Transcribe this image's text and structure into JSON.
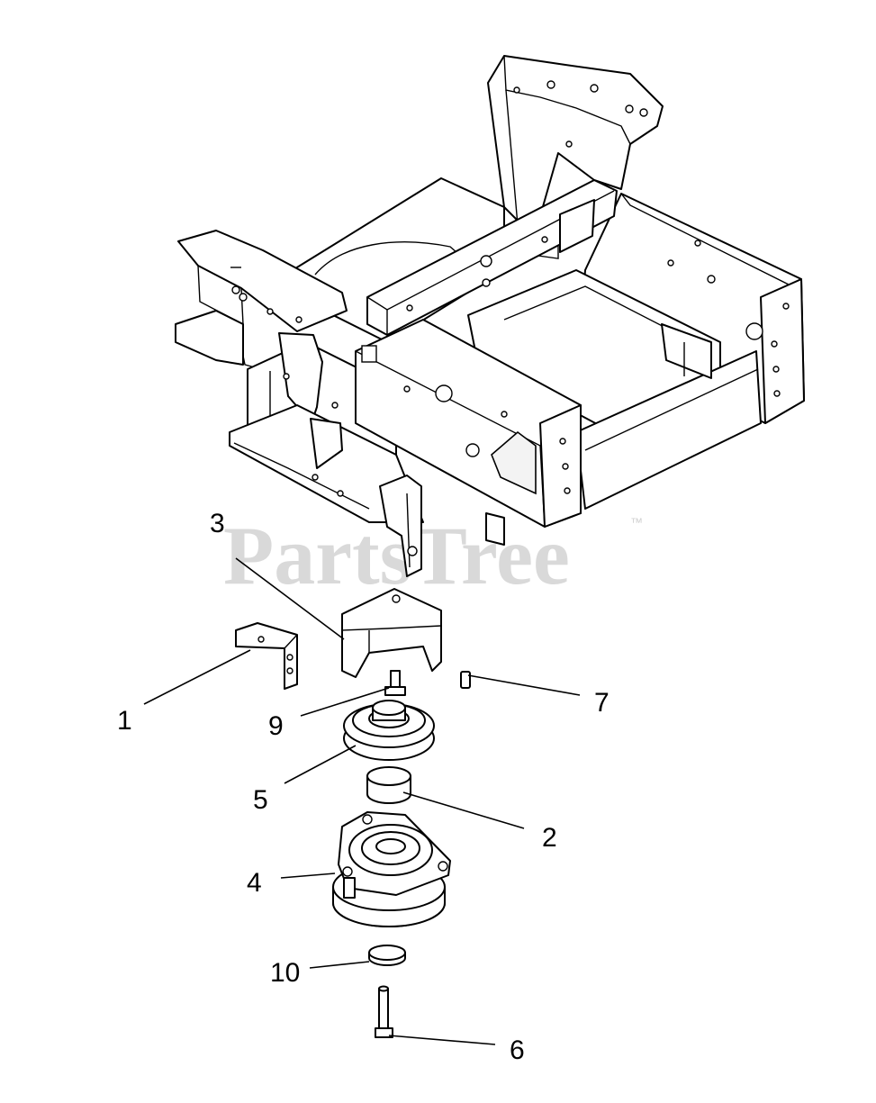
{
  "watermark": {
    "text": "PartsTree",
    "trademark": "™"
  },
  "callouts": [
    {
      "id": "1",
      "text": "1"
    },
    {
      "id": "2",
      "text": "2"
    },
    {
      "id": "3",
      "text": "3"
    },
    {
      "id": "4",
      "text": "4"
    },
    {
      "id": "5",
      "text": "5"
    },
    {
      "id": "6",
      "text": "6"
    },
    {
      "id": "7",
      "text": "7"
    },
    {
      "id": "9",
      "text": "9"
    },
    {
      "id": "10",
      "text": "10"
    }
  ]
}
